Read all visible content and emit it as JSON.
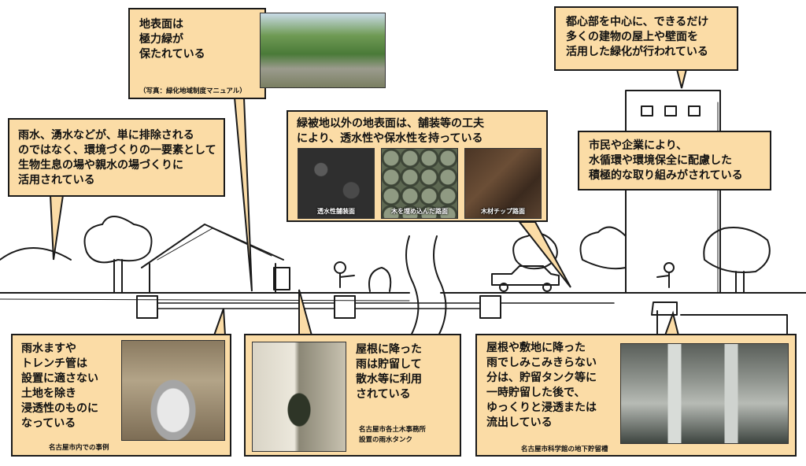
{
  "callouts": {
    "ground_green": {
      "text": "地表面は\n極力緑が\n保たれている",
      "caption": "（写真：緑化地域制度マニュアル）"
    },
    "rooftop": {
      "text": "都心部を中心に、できるだけ\n多くの建物の屋上や壁面を\n活用した緑化が行われている"
    },
    "rainwater_use": {
      "text": "雨水、湧水などが、単に排除される\nのではなく、環境づくりの一要素として\n生物生息の場や親水の場づくりに\n活用されている"
    },
    "paving": {
      "text": "緑被地以外の地表面は、舗装等の工夫\nにより、透水性や保水性を持っている",
      "photos": [
        "透水性舗装面",
        "木を埋め込んだ路面",
        "木材チップ路面"
      ]
    },
    "citizens": {
      "text": "市民や企業により、\n水循環や環境保全に配慮した\n積極的な取り組みがされている"
    },
    "trench": {
      "text": "雨水ますや\nトレンチ管は\n設置に適さない\n土地を除き\n浸透性のものに\nなっている",
      "caption": "名古屋市内での事例"
    },
    "roof_storage": {
      "text": "屋根に降った\n雨は貯留して\n散水等に利用\nされている",
      "caption": "名古屋市各土木事務所\n設置の雨水タンク"
    },
    "tank": {
      "text": "屋根や敷地に降った\n雨でしみこみきらない\n分は、貯留タンク等に\n一時貯留した後で、\nゆっくりと浸透または\n流出している",
      "caption": "名古屋市科学館の地下貯留槽"
    }
  }
}
